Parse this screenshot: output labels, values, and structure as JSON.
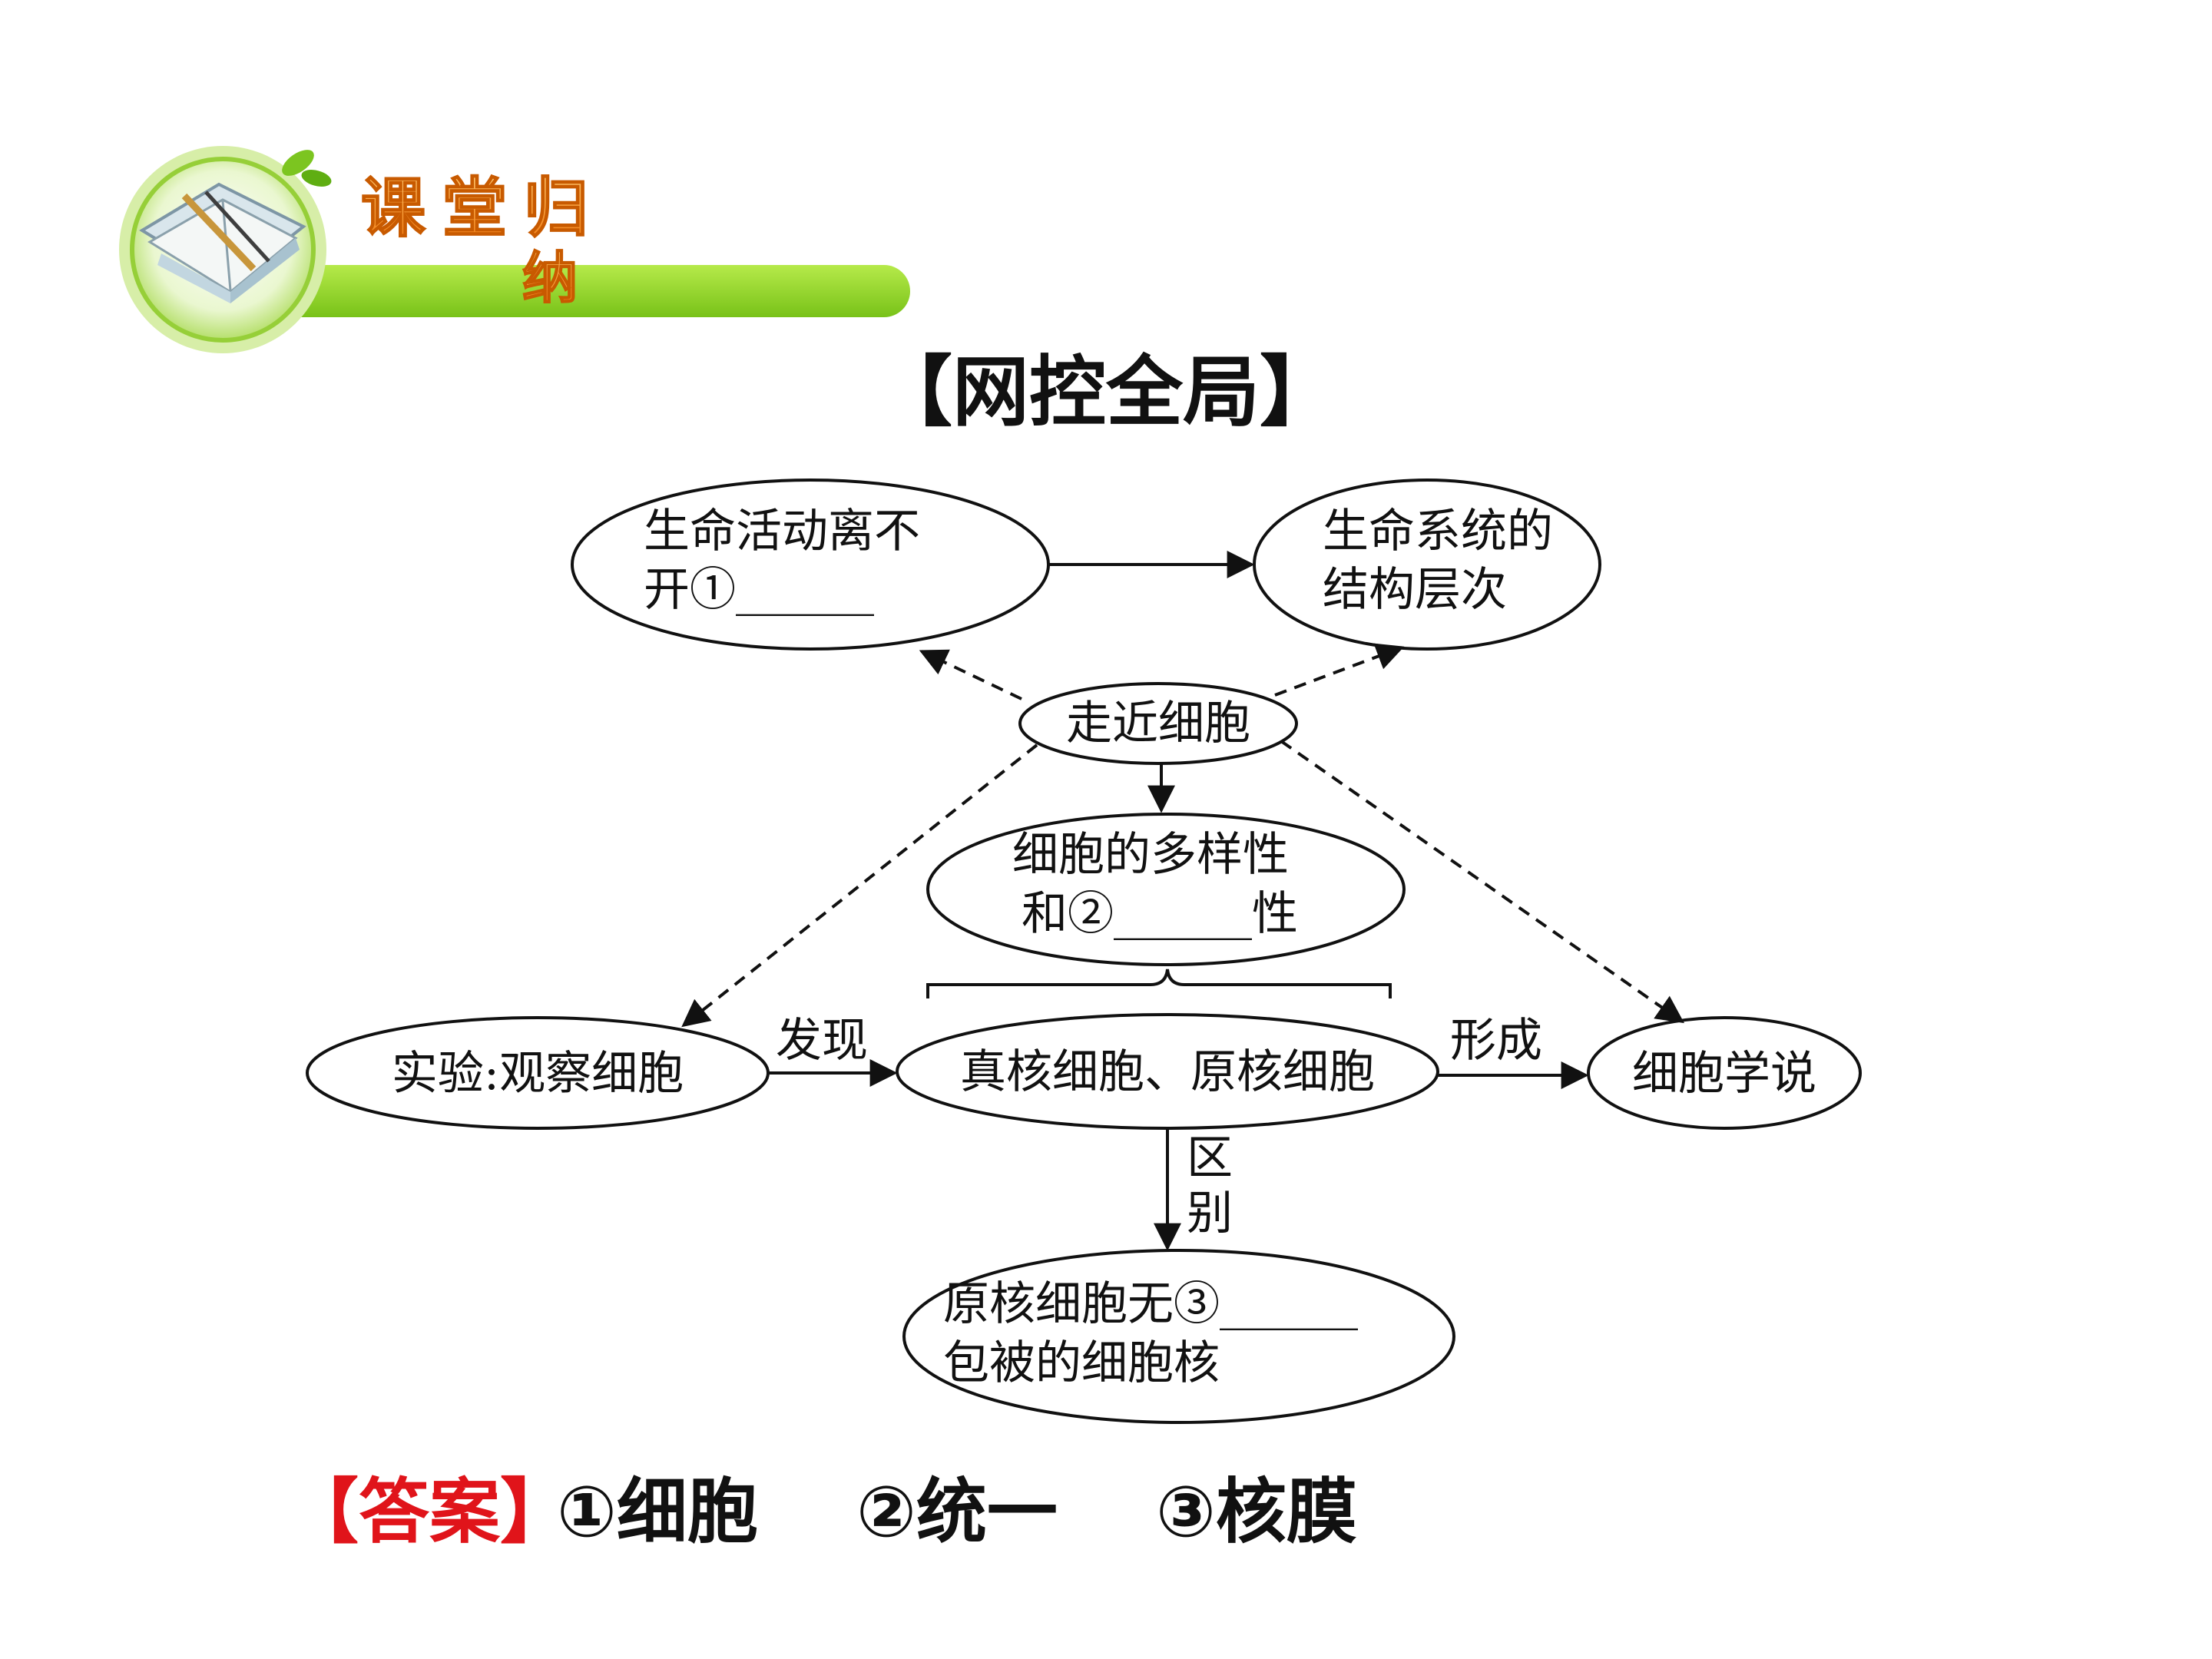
{
  "header": {
    "title_line1": "课堂归",
    "title_line2": "纳"
  },
  "subtitle": "【网控全局】",
  "diagram": {
    "nodes": {
      "life_activity_l1": "生命活动离不",
      "life_activity_l2": "开①______",
      "life_system_l1": "生命系统的",
      "life_system_l2": "结构层次",
      "approach_cell": "走近细胞",
      "diversity_l1": "细胞的多样性",
      "diversity_l2": "和②______性",
      "experiment": "实验:观察细胞",
      "eu_pro": "真核细胞、原核细胞",
      "cell_theory": "细胞学说",
      "prokaryote_l1": "原核细胞无③______",
      "prokaryote_l2": "包被的细胞核"
    },
    "edge_labels": {
      "discover": "发现",
      "form": "形成",
      "diff_1": "区",
      "diff_2": "别"
    }
  },
  "answer": {
    "label": "【答案】",
    "items": [
      "①细胞",
      "②统一",
      "③核膜"
    ]
  },
  "colors": {
    "title_orange": "#f08a1c",
    "banner_green": "#8fd11f",
    "answer_red": "#e0141a",
    "line": "#111111"
  }
}
